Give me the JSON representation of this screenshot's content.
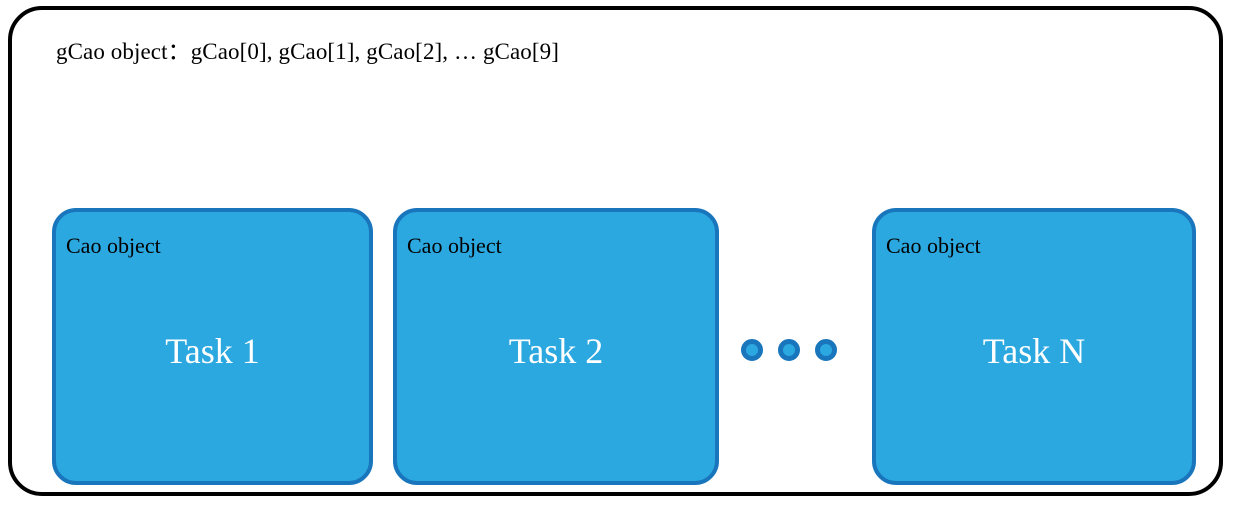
{
  "diagram": {
    "title_caption": "gCao object：gCao[0], gCao[1], gCao[2], … gCao[9]",
    "colors": {
      "box_fill": "#2BA8E0",
      "box_border": "#1976BC",
      "container_border": "#000000",
      "background": "#FFFFFF",
      "title_text": "#FFFFFF",
      "label_text": "#000000"
    },
    "boxes": [
      {
        "label": "Cao object",
        "title": "Task 1"
      },
      {
        "label": "Cao object",
        "title": "Task 2"
      },
      {
        "label": "Cao object",
        "title": "Task N"
      }
    ],
    "ellipsis": {
      "symbol": "three-dots",
      "count": 3
    }
  }
}
